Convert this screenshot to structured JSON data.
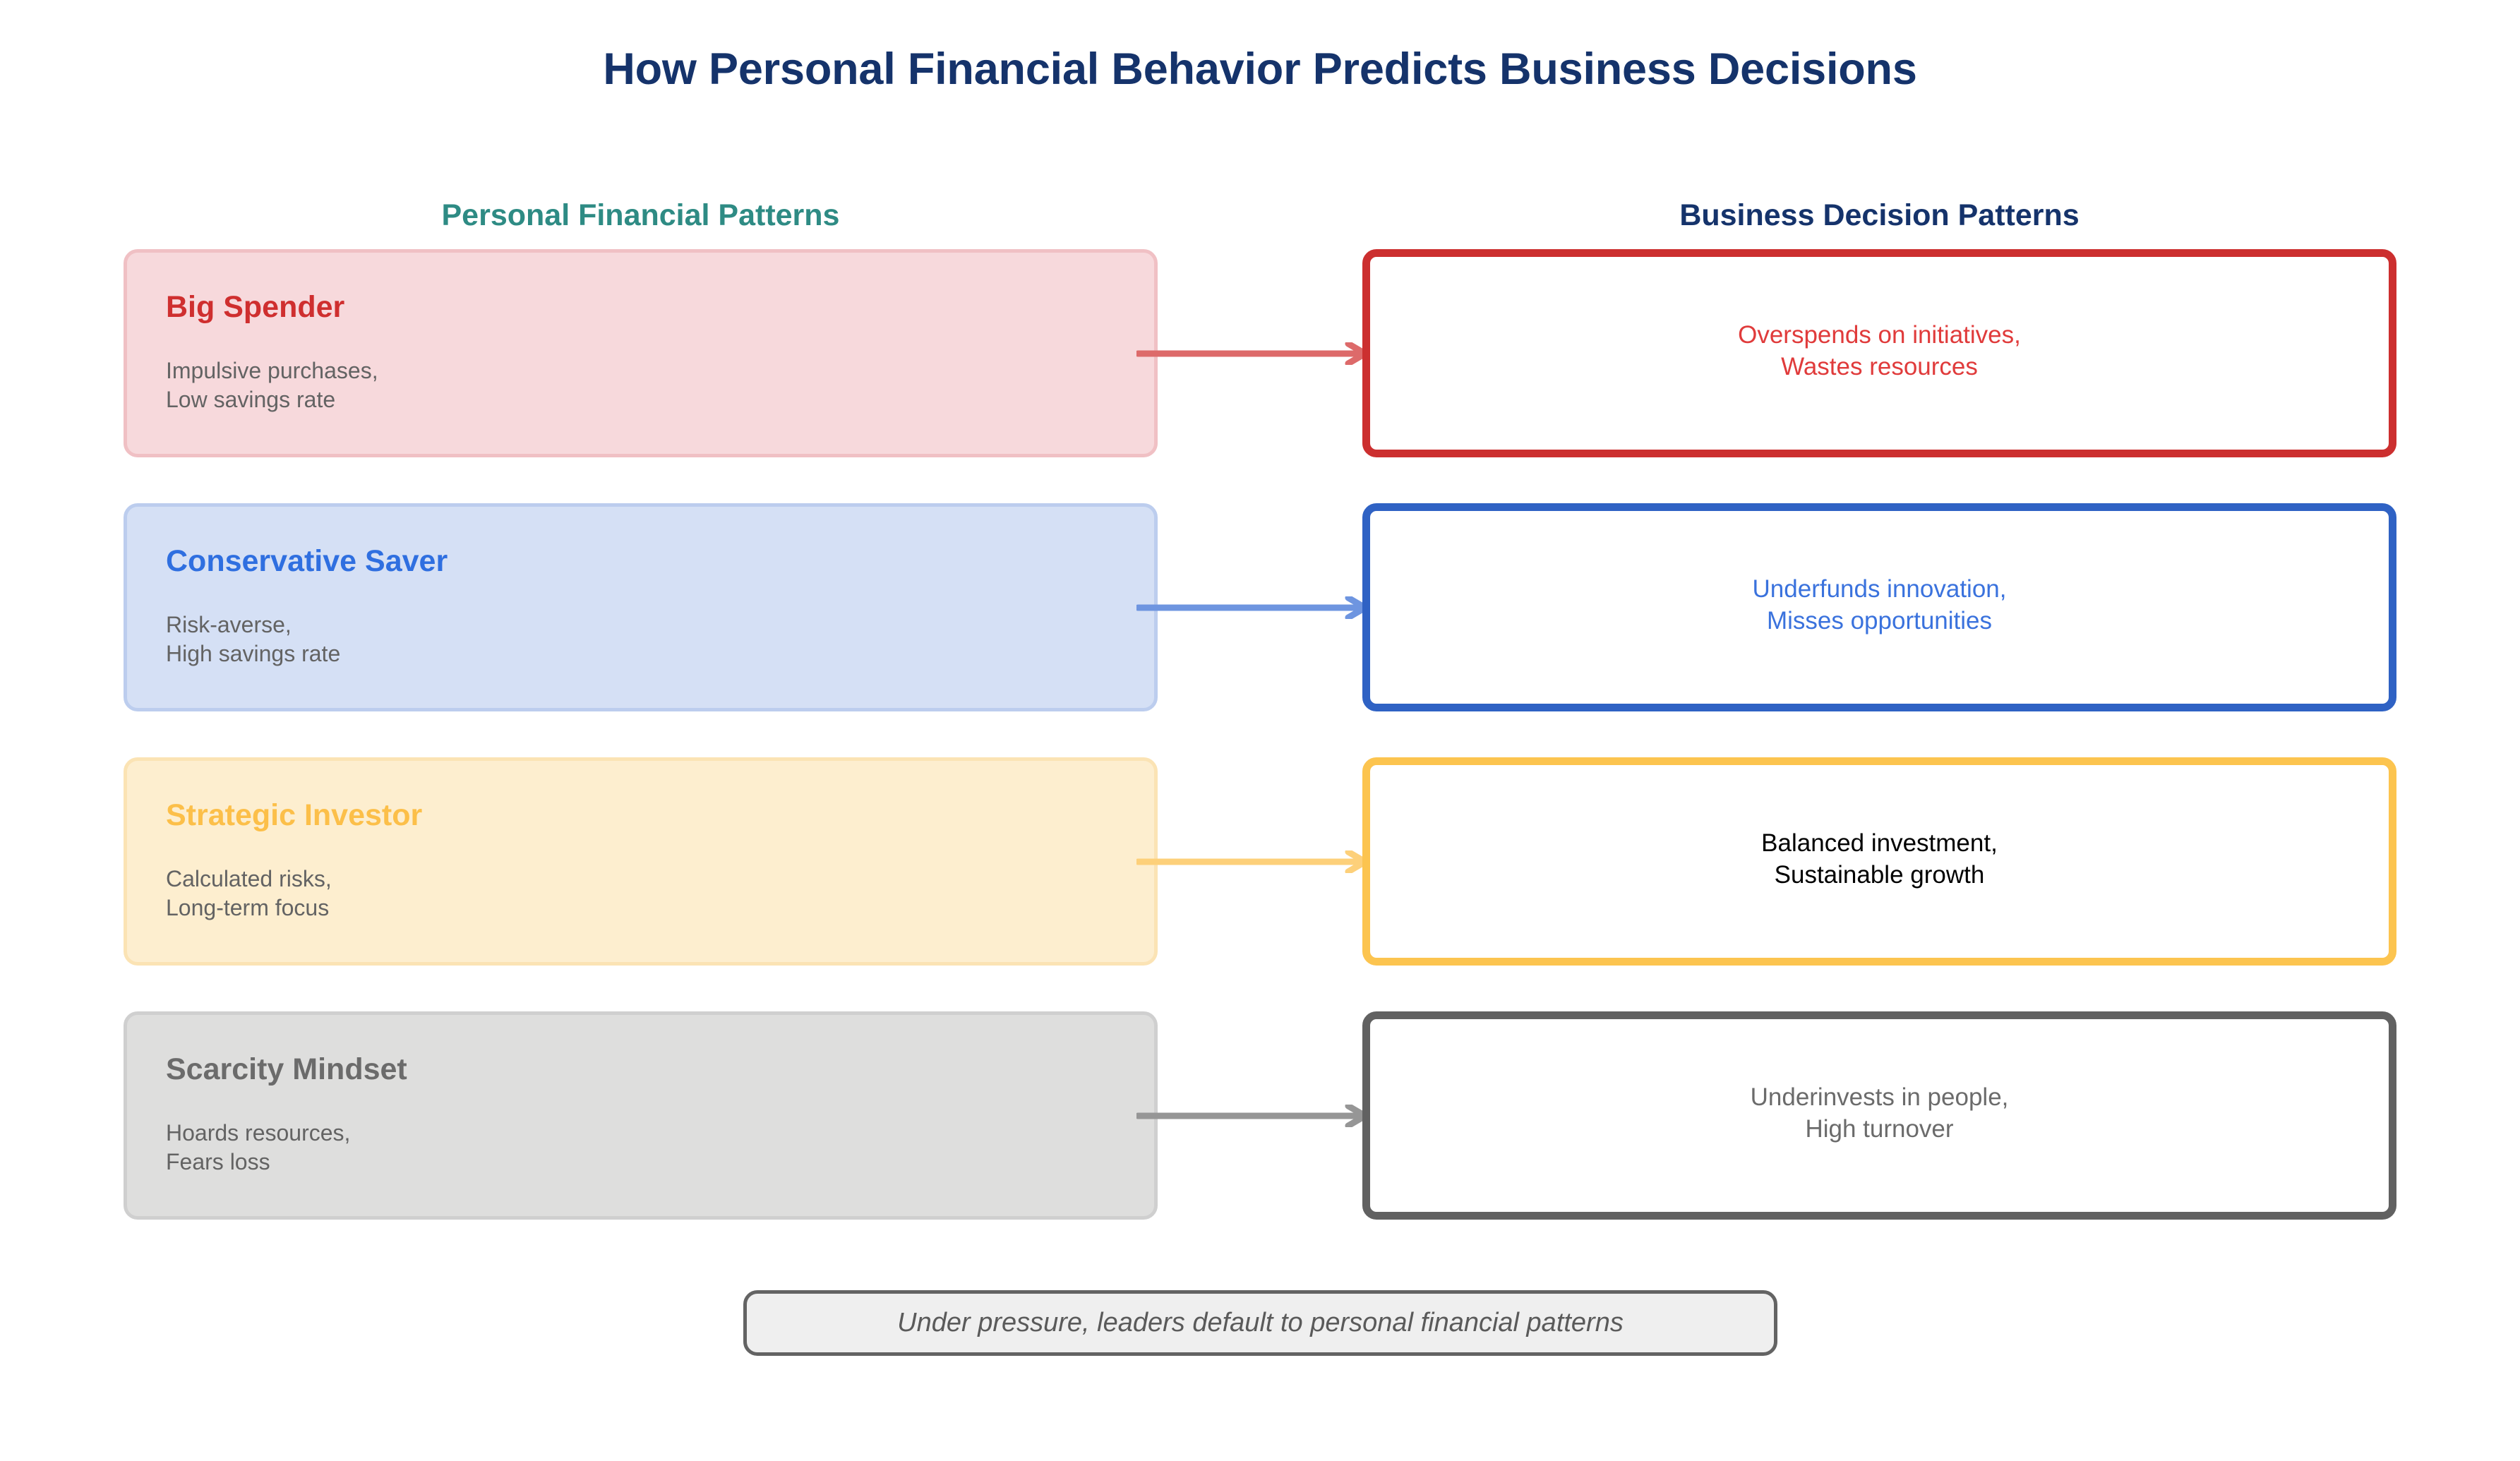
{
  "title": "How Personal Financial Behavior Predicts Business Decisions",
  "headers": {
    "left": "Personal Financial Patterns",
    "right": "Business Decision Patterns"
  },
  "colors": {
    "title": "#15336b",
    "header_left": "#2e8b84",
    "header_right": "#15336b",
    "desc_text": "#636363",
    "caption_text": "#5a5a5a",
    "caption_fill": "#efefef",
    "caption_border": "#636363",
    "canvas_background": "#ffffff"
  },
  "rows": [
    {
      "id": "big-spender",
      "left": {
        "title": "Big Spender",
        "desc": "Impulsive purchases,\nLow savings rate",
        "fill": "#f7d9dc",
        "border": "#f0c0c4",
        "title_color": "#cf2f2f"
      },
      "arrow": {
        "color": "#dd6a6a"
      },
      "right": {
        "text": "Overspends on initiatives,\nWastes resources",
        "border": "#cc2f2f",
        "text_color": "#e03b3b",
        "fill": "#ffffff"
      }
    },
    {
      "id": "conservative-saver",
      "left": {
        "title": "Conservative Saver",
        "desc": "Risk-averse,\nHigh savings rate",
        "fill": "#d5e0f5",
        "border": "#bccdee",
        "title_color": "#2f6fe0"
      },
      "arrow": {
        "color": "#6e95e0"
      },
      "right": {
        "text": "Underfunds innovation,\nMisses opportunities",
        "border": "#2f62c4",
        "text_color": "#3a72dd",
        "fill": "#ffffff"
      }
    },
    {
      "id": "strategic-investor",
      "left": {
        "title": "Strategic Investor",
        "desc": "Calculated risks,\nLong-term focus",
        "fill": "#fdeecf",
        "border": "#fbe3b4",
        "title_color": "#fcbf49"
      },
      "arrow": {
        "color": "#fdd07a"
      },
      "right": {
        "text": "Balanced investment,\nSustainable growth",
        "border": "#fcc44f",
        "text_color": "#fcc css",
        "fill": "#ffffff"
      }
    },
    {
      "id": "scarcity-mindset",
      "left": {
        "title": "Scarcity Mindset",
        "desc": "Hoards resources,\nFears loss",
        "fill": "#dededd",
        "border": "#cfcfcf",
        "title_color": "#6b6b6b"
      },
      "arrow": {
        "color": "#969696"
      },
      "right": {
        "text": "Underinvests in people,\nHigh turnover",
        "border": "#616161",
        "text_color": "#6b6b6b",
        "fill": "#ffffff"
      }
    }
  ],
  "footer": {
    "caption": "Under pressure, leaders default to personal financial patterns"
  }
}
